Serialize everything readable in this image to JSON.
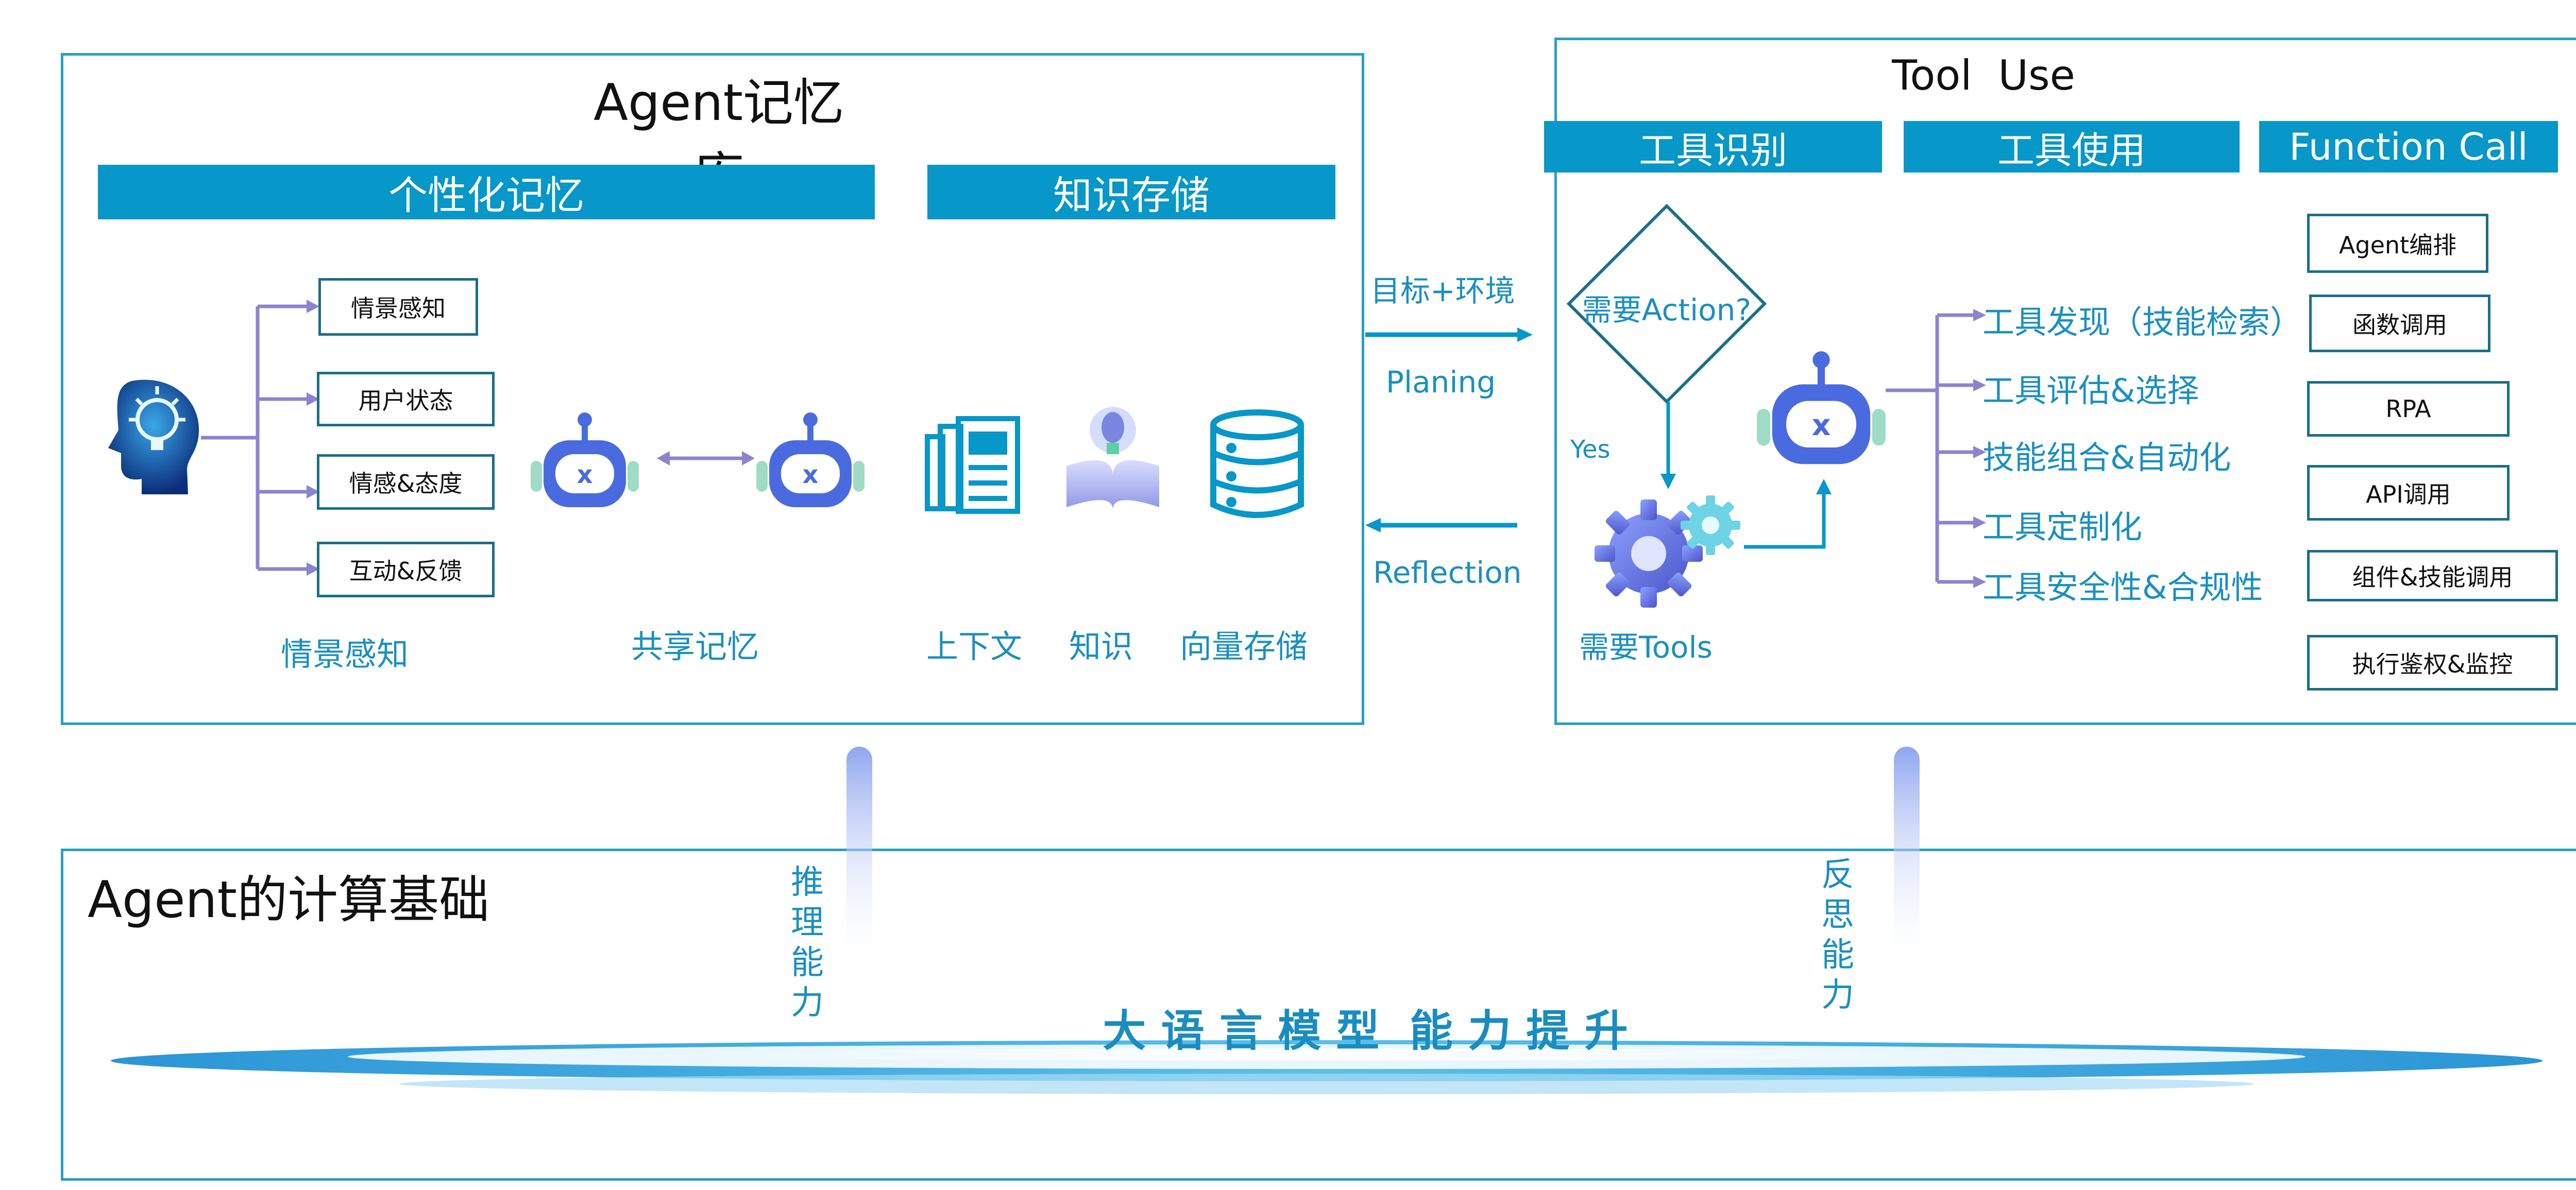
{
  "memory": {
    "title": "Agent记忆库",
    "bars": {
      "personal": "个性化记忆",
      "knowledge": "知识存储"
    },
    "scene_items": [
      "情景感知",
      "用户状态",
      "情感&态度",
      "互动&反馈"
    ],
    "labels": {
      "scene": "情景感知",
      "shared": "共享记忆",
      "context": "上下文",
      "knowledge": "知识",
      "vector": "向量存储"
    }
  },
  "middle": {
    "goal": "目标+环境",
    "planning": "Planing",
    "reflection": "Reflection"
  },
  "tool": {
    "title": "Tool  Use",
    "bars": {
      "recognize": "工具识别",
      "use": "工具使用",
      "fc": "Function Call"
    },
    "decision": "需要Action?",
    "yes": "Yes",
    "need_tools": "需要Tools",
    "items": [
      "工具发现（技能检索）",
      "工具评估&选择",
      "技能组合&自动化",
      "工具定制化",
      "工具安全性&合规性"
    ],
    "fc_items": [
      "Agent编排",
      "函数调用",
      "RPA",
      "API调用",
      "组件&技能调用",
      "执行鉴权&监控"
    ]
  },
  "base": {
    "title": "Agent的计算基础",
    "reasoning": "推理能力",
    "reflect": "反思能力",
    "llm": "大 语 言 模 型  能 力 提 升"
  },
  "colors": {
    "primary": "#0797c8",
    "border": "#2a9fc4",
    "arrow": "#8c84cf",
    "robot": "#4a6be0"
  }
}
